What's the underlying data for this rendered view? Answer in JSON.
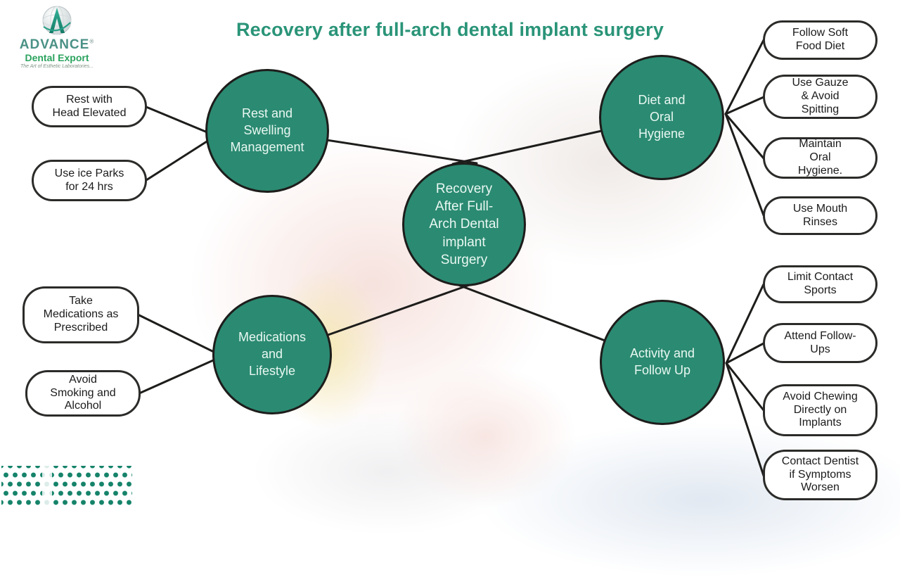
{
  "meta": {
    "title": "Recovery after full-arch dental implant surgery"
  },
  "logo": {
    "name": "ADVANCE",
    "registered": "®",
    "subtitle": "Dental Export",
    "tagline": "The Art of Esthetic Laboratories..."
  },
  "center": {
    "label": "Recovery\nAfter Full-\nArch Dental\nimplant\nSurgery"
  },
  "branches": [
    {
      "id": "rest-and-swelling",
      "label": "Rest and\nSwelling\nManagement",
      "items": [
        "Rest with\nHead Elevated",
        "Use ice Parks\nfor 24 hrs"
      ]
    },
    {
      "id": "diet-and-oral-hygiene",
      "label": "Diet and\nOral\nHygiene",
      "items": [
        "Follow Soft\nFood Diet",
        "Use Gauze\n& Avoid\nSpitting",
        "Maintain\nOral\nHygiene.",
        "Use Mouth\nRinses"
      ]
    },
    {
      "id": "medications-and-lifestyle",
      "label": "Medications\nand\nLifestyle",
      "items": [
        "Take\nMedications as\nPrescribed",
        "Avoid\nSmoking and\nAlcohol"
      ]
    },
    {
      "id": "activity-and-follow-up",
      "label": "Activity and\nFollow Up",
      "items": [
        "Limit Contact\nSports",
        "Attend Follow-\nUps",
        "Avoid Chewing\nDirectly on\nImplants",
        "Contact Dentist\nif Symptoms\nWorsen"
      ]
    }
  ],
  "colors": {
    "node_teal": "#2b8a72",
    "title_teal": "#2a9478",
    "line_dark": "#1d1d1b",
    "dot_teal": "#15836a",
    "pill_background": "#ffffff"
  }
}
